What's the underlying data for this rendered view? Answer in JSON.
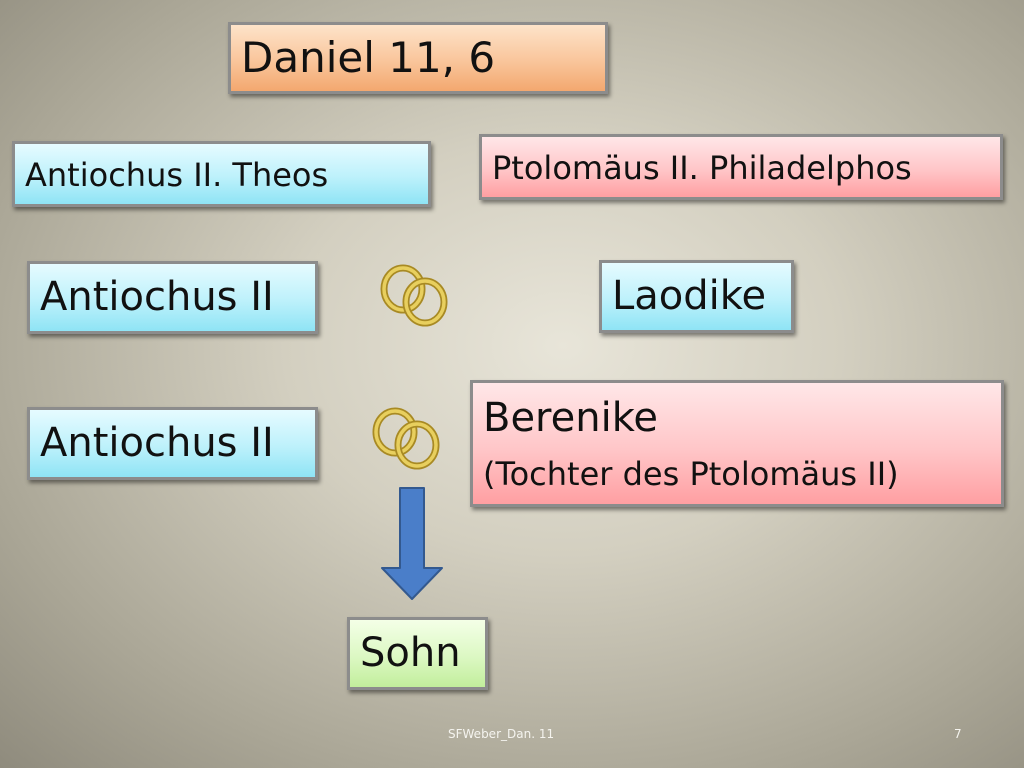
{
  "title": "Daniel 11, 6",
  "left_king_label": "Antiochus II. Theos",
  "right_king_label": "Ptolomäus II. Philadelphos",
  "marriage_1": {
    "husband": "Antiochus II",
    "wife": "Laodike"
  },
  "marriage_2": {
    "husband": "Antiochus II",
    "wife_name": "Berenike",
    "wife_note": "(Tochter des Ptolomäus II)"
  },
  "child": "Sohn",
  "footer": {
    "text": "SFWeber_Dan. 11",
    "slide_number": "7"
  },
  "colors": {
    "title_box": "#f9c59b",
    "seleucid_box": "#bdf1fb",
    "ptolemaic_box": "#ffc6c8",
    "child_box": "#dcf8c3",
    "arrow": "#4a7ec9",
    "ring": "#d4b63c"
  },
  "icons": [
    "wedding-rings-icon",
    "arrow-down-icon"
  ]
}
